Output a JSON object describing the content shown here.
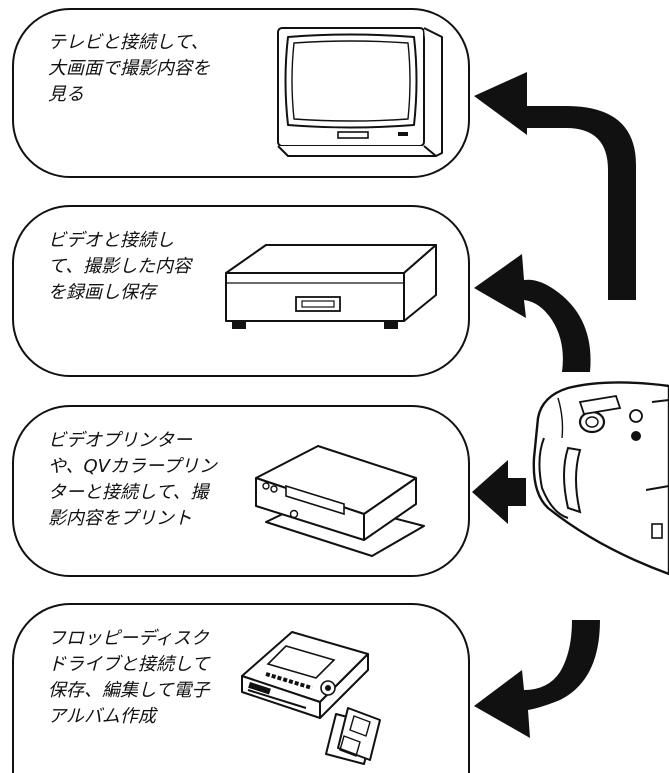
{
  "panels": [
    {
      "id": "tv",
      "caption_lines": [
        "テレビと接続して、",
        "大画面で撮影内容を",
        "見る"
      ],
      "device": "television-icon"
    },
    {
      "id": "video",
      "caption_lines": [
        "ビデオと接続し",
        "て、撮影した内容",
        "を録画し保存"
      ],
      "device": "video-recorder-icon"
    },
    {
      "id": "printer",
      "caption_lines": [
        "ビデオプリンター",
        "や、QVカラープリン",
        "ターと接続して、撮",
        "影内容をプリント"
      ],
      "device": "video-printer-icon"
    },
    {
      "id": "floppy",
      "caption_lines": [
        "フロッピーディスク",
        "ドライブと接続して",
        "保存、編集して電子",
        "アルバム作成"
      ],
      "device": "floppy-drive-icon"
    }
  ],
  "center_device": "digital-camera-icon",
  "colors": {
    "ink": "#111111",
    "paper": "#ffffff"
  }
}
